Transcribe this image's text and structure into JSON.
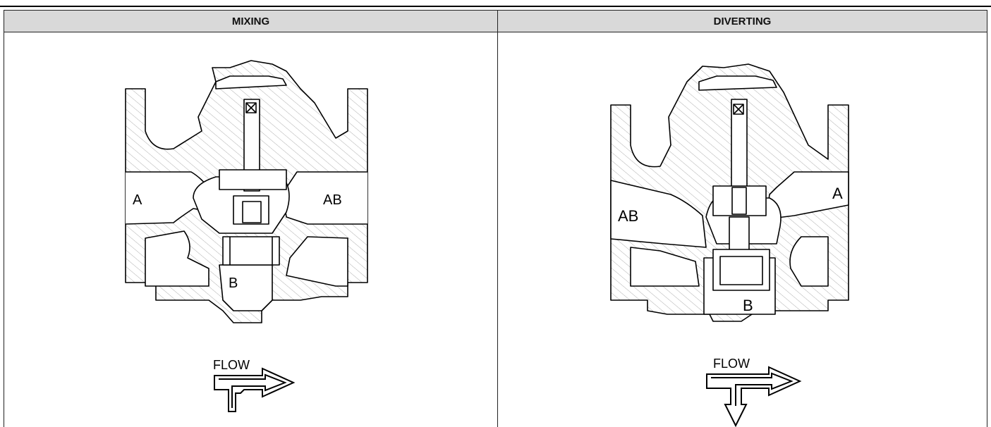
{
  "columns": [
    {
      "header": "MIXING",
      "port_labels": {
        "left": "A",
        "right": "AB",
        "bottom": "B"
      },
      "flow_label": "FLOW",
      "flow_symbol": "mixing-arrow-icon"
    },
    {
      "header": "DIVERTING",
      "port_labels": {
        "left": "AB",
        "right": "A",
        "bottom": "B"
      },
      "flow_label": "FLOW",
      "flow_symbol": "diverting-arrow-icon"
    }
  ],
  "colors": {
    "line": "#000000",
    "header_bg": "#d9d9d9",
    "hatch": "#9a9a9a"
  }
}
